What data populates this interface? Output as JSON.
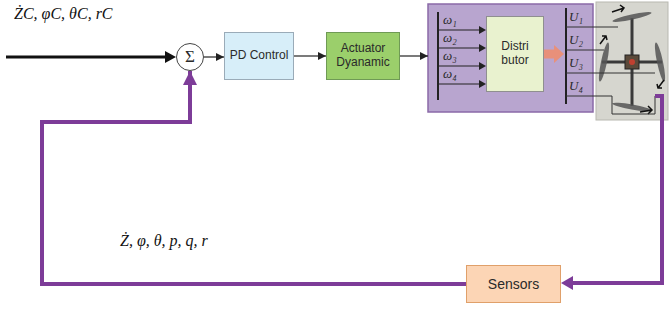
{
  "diagram": {
    "nodes": [
      {
        "text": [
          "Σ"
        ]
      },
      {
        "text": [
          "PD Control"
        ]
      },
      {
        "text": [
          "Actuator Dyanamic"
        ]
      },
      {
        "text": [
          "ω₁",
          "ω₂",
          "ω₃",
          "ω₄",
          "U₁",
          "U₂",
          "U₃",
          "U₄"
        ]
      },
      {
        "text": [
          "Distri butor"
        ],
        "in": 3
      },
      {
        "text": [
          "Sensors"
        ]
      }
    ],
    "edges": [
      {
        "from": 0,
        "to": 1,
        "arrow": "to"
      },
      {
        "from": 1,
        "to": 2,
        "arrow": "to"
      },
      {
        "from": 2,
        "to": 3,
        "arrow": "to"
      },
      {
        "from": 5,
        "to": 0,
        "label": "Ż, φ, θ, p, q, r",
        "arrow": "to"
      }
    ],
    "labels": [
      "ŻC, φC, θC, rC"
    ]
  }
}
